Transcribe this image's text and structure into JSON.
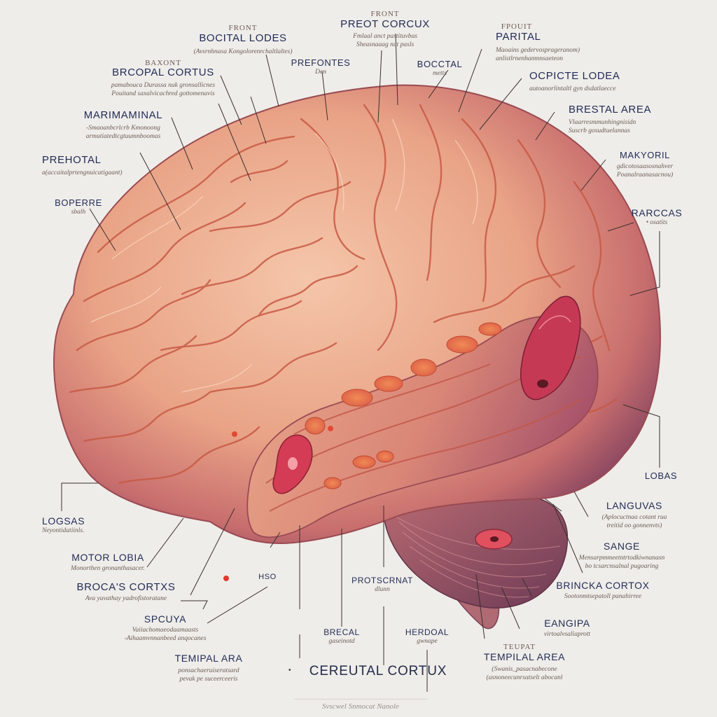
{
  "labels": {
    "front_top": {
      "title": "FRONT"
    },
    "bocital_lodes": {
      "title": "BOCITAL LODES",
      "sub": "(Avsrnhnasa Kongolorenrchaltlaltes)"
    },
    "front_center": {
      "title": "FRONT"
    },
    "preot_corcux": {
      "title": "PREOT CORCUX",
      "sub": [
        "Fmlaal anct pastituvbas",
        "Sheasnaaag nut pasls"
      ]
    },
    "fpouit": {
      "title": "FPOUIT"
    },
    "parital": {
      "title": "PARITAL",
      "sub": [
        "Maoains gedervosprageranom)",
        "anlistlrnenhanmnsaeteon"
      ]
    },
    "baxont": {
      "title": "BAXONT"
    },
    "brcopal_cortus": {
      "title": "BRCOPAL CORTUS",
      "sub": [
        "pamabouca Durassa nuk gronsallicnes",
        "Pouitand saxalvicachred gottomenavis"
      ]
    },
    "prefontes": {
      "title": "PREFONTES",
      "sub": "Den"
    },
    "boccal": {
      "title": "BOCCTAL",
      "sub": "metts"
    },
    "occipicte_lodea": {
      "title": "OCPICTE LODEA",
      "sub": "autoanorlintaltl gyn dsdatlaecce"
    },
    "marimaminal": {
      "title": "MARIMAMINAL",
      "sub": [
        "-Smaoanbcrlcrb Kmonoong",
        "armutiatedtcgtuumnboomas"
      ]
    },
    "brestal_area": {
      "title": "BRESTAL AREA",
      "sub": [
        "Vlaarresmmunhingnisidn",
        "Suscrb gosudtuelannas"
      ]
    },
    "makyorul": {
      "title": "MAKYORIL",
      "sub": [
        "gdicotosaasosnahver",
        "Poanalraanasacnou)"
      ]
    },
    "prehotal": {
      "title": "PREHOTAL",
      "sub": "a(accaitalprtengnuicatigaant)"
    },
    "boperre": {
      "title": "BOPERRE",
      "sub": "sbalh"
    },
    "raccas": {
      "title": "RARCCAS",
      "sub": "• osatits"
    },
    "lobas": {
      "title": "LOBAS"
    },
    "logsas": {
      "title": "LOGSAS",
      "sub": "Neyontidatiinls."
    },
    "languvas": {
      "title": "LANGUVAS",
      "sub": [
        "(Aplocuctnaa cotant rua",
        "treitid oo gonnenvts)"
      ]
    },
    "motor_lobia": {
      "title": "MOTOR LOBIA",
      "sub": "Monorthen gronanthasacer."
    },
    "sange": {
      "title": "SANGE",
      "sub": [
        "Mensarpmmeetntrtodkiwnanasn",
        "bo tcsarcnsalnal pugoaring"
      ]
    },
    "hso": {
      "title": "HSO"
    },
    "protscrnat": {
      "title": "PROTSCRNAT",
      "sub": "dlunn"
    },
    "brocas_cortxs": {
      "title": "BROCA'S CORTXS",
      "sub": "Ava yuvathay yadrofistoratane"
    },
    "brincka_cortox": {
      "title": "BRINCKA CORTOX",
      "sub": "Sootonmtsepatoll panahirree"
    },
    "spcuya": {
      "title": "SPCUYA",
      "sub": [
        "Vaiiachomaeodaamaasts",
        "-Aihaamvnnanbeed anqocanes"
      ]
    },
    "brecal": {
      "title": "BRECAL",
      "sub": "gaseinotd"
    },
    "herdoal": {
      "title": "HERDOAL",
      "sub": "gwnape"
    },
    "eangipa": {
      "title": "EANGIPA",
      "sub": "virtoalvsaliaprott"
    },
    "temipal_ara": {
      "title": "TEMIPAL ARA",
      "sub": [
        "ponsachaeruiseratsard",
        "pevak pe suceerceeris"
      ]
    },
    "teupat": {
      "title": "TEUPAT"
    },
    "templal_area": {
      "title": "TEMPILAL AREA",
      "sub": [
        "(Swanis_pasacnabecone",
        "(asnoneecunrsatselt abocanl"
      ]
    }
  },
  "title": "CEREUTAL CORTUX",
  "title_mark": "•",
  "signature": "Svscwel Snmocat Nanole",
  "colors": {
    "background": "#efede9",
    "brain_light": "#f0b79b",
    "brain_mid": "#e59a7c",
    "brain_dark": "#b45a5e",
    "brain_shadow": "#8b4a5e",
    "sulcus": "#c55540",
    "highlight": "#e25a52",
    "label_text": "#1f2a55",
    "leader_line": "#3a3030"
  }
}
